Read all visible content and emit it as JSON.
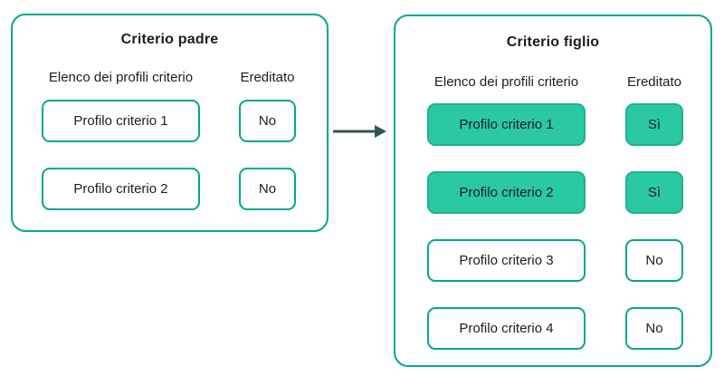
{
  "diagram": {
    "left_panel": {
      "title": "Criterio padre",
      "profiles_header": "Elenco dei profili criterio",
      "inherited_header": "Ereditato",
      "rows": [
        {
          "profile": "Profilo criterio 1",
          "inherited": "No",
          "highlighted": false
        },
        {
          "profile": "Profilo criterio 2",
          "inherited": "No",
          "highlighted": false
        }
      ]
    },
    "right_panel": {
      "title": "Criterio figlio",
      "profiles_header": "Elenco dei profili criterio",
      "inherited_header": "Ereditato",
      "rows": [
        {
          "profile": "Profilo criterio 1",
          "inherited": "Sì",
          "highlighted": true
        },
        {
          "profile": "Profilo criterio 2",
          "inherited": "Sì",
          "highlighted": true
        },
        {
          "profile": "Profilo criterio 3",
          "inherited": "No",
          "highlighted": false
        },
        {
          "profile": "Profilo criterio 4",
          "inherited": "No",
          "highlighted": false
        }
      ]
    },
    "arrow": {
      "direction": "right"
    },
    "colors": {
      "border_teal": "#00a88e",
      "fill_green": "#2bc8a4",
      "fill_border_green": "#1bb193",
      "arrow_dark": "#2d5954",
      "text_dark": "#1d1d1b",
      "background": "#ffffff"
    }
  }
}
